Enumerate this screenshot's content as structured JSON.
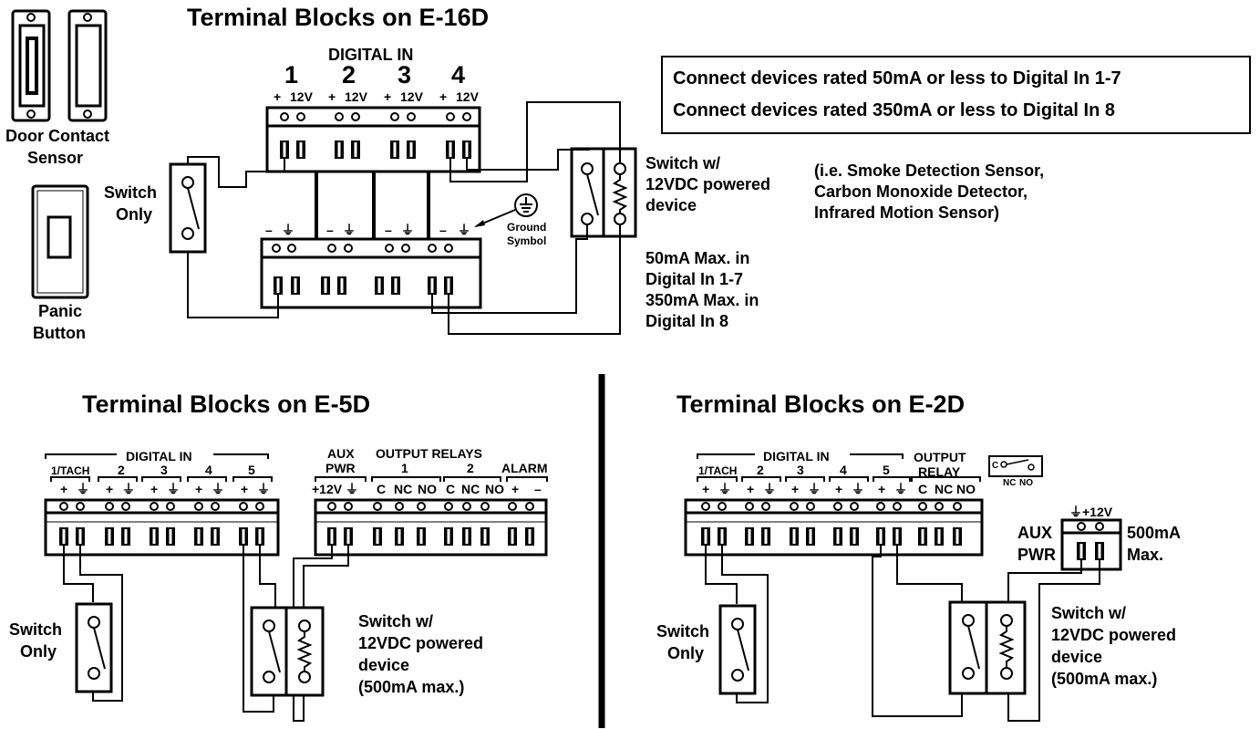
{
  "e16d": {
    "title": "Terminal Blocks on E-16D",
    "digital_in": "DIGITAL IN",
    "channels": [
      "1",
      "2",
      "3",
      "4"
    ],
    "pin_top": [
      "+",
      "12V",
      "+",
      "12V",
      "+",
      "12V",
      "+",
      "12V"
    ],
    "pin_bottom": [
      "–",
      "⏚",
      "–",
      "⏚",
      "–",
      "⏚",
      "–",
      "⏚"
    ],
    "ground_symbol": [
      "Ground",
      "Symbol"
    ],
    "notice": [
      "Connect devices rated 50mA or less to Digital In 1-7",
      "Connect devices rated 350mA or less to Digital In 8"
    ],
    "switch_powered": [
      "Switch w/",
      "12VDC powered",
      "device"
    ],
    "examples": [
      "(i.e. Smoke Detection Sensor,",
      "Carbon Monoxide Detector,",
      "Infrared Motion Sensor)"
    ],
    "current_note": [
      "50mA Max. in",
      "Digital In 1-7",
      "350mA Max. in",
      "Digital In 8"
    ],
    "switch_only": [
      "Switch",
      "Only"
    ],
    "door_contact": [
      "Door Contact",
      "Sensor"
    ],
    "panic_button": [
      "Panic",
      "Button"
    ]
  },
  "e5d": {
    "title": "Terminal Blocks on E-5D",
    "digital_in": "DIGITAL IN",
    "channels": [
      "1/TACH",
      "2",
      "3",
      "4",
      "5"
    ],
    "aux_pwr": [
      "AUX",
      "PWR"
    ],
    "aux_pins": "+12V ⏚",
    "output_relays": "OUTPUT RELAYS",
    "relay_nums": [
      "1",
      "2"
    ],
    "relay_pins": [
      "C",
      "NC",
      "NO",
      "C",
      "NC",
      "NO"
    ],
    "alarm": "ALARM",
    "alarm_pins": [
      "+",
      "–"
    ],
    "pin_pair": [
      "+",
      "⏚"
    ],
    "switch_only": [
      "Switch",
      "Only"
    ],
    "switch_powered": [
      "Switch w/",
      "12VDC powered",
      "device",
      "(500mA max.)"
    ]
  },
  "e2d": {
    "title": "Terminal Blocks on E-2D",
    "digital_in": "DIGITAL IN",
    "channels": [
      "1/TACH",
      "2",
      "3",
      "4",
      "5"
    ],
    "output_relay": [
      "OUTPUT",
      "RELAY"
    ],
    "relay_pins": [
      "C",
      "NC",
      "NO"
    ],
    "relay_icon_pins": [
      "C",
      "NC",
      "NO"
    ],
    "pin_pair": [
      "+",
      "⏚"
    ],
    "aux_top": "⏚+12V",
    "aux_pwr": [
      "AUX",
      "PWR"
    ],
    "aux_max": [
      "500mA",
      "Max."
    ],
    "switch_only": [
      "Switch",
      "Only"
    ],
    "switch_powered": [
      "Switch w/",
      "12VDC powered",
      "device",
      "(500mA max.)"
    ]
  }
}
